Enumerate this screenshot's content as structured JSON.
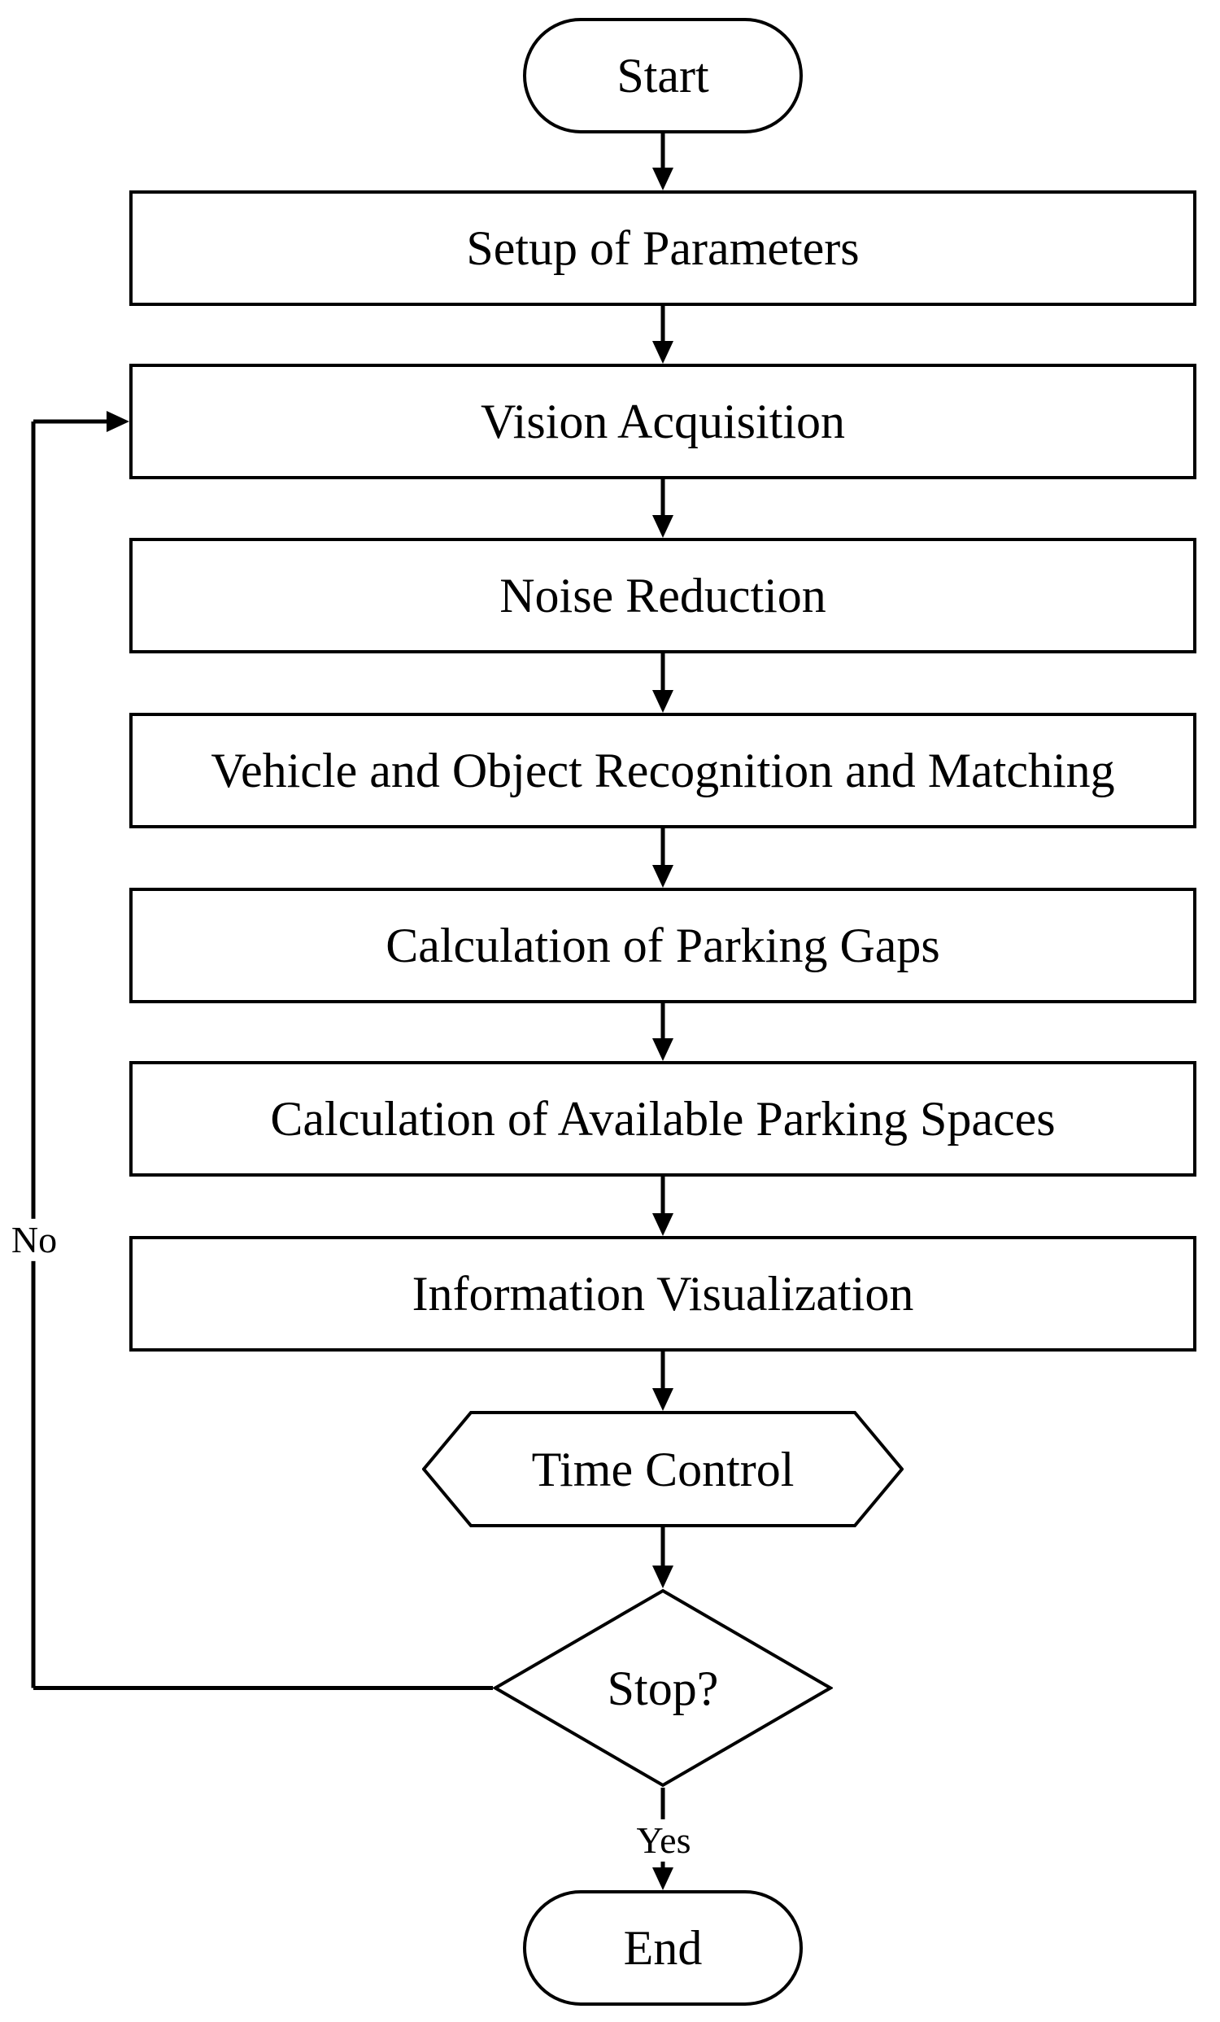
{
  "diagram": {
    "type": "flowchart",
    "colors": {
      "stroke": "#000000",
      "background": "#ffffff",
      "text": "#000000"
    },
    "nodes": [
      {
        "id": "start",
        "shape": "terminator",
        "label": "Start"
      },
      {
        "id": "setup",
        "shape": "process",
        "label": "Setup of Parameters"
      },
      {
        "id": "vision",
        "shape": "process",
        "label": "Vision Acquisition"
      },
      {
        "id": "noise",
        "shape": "process",
        "label": "Noise Reduction"
      },
      {
        "id": "vehicle",
        "shape": "process",
        "label": "Vehicle and Object Recognition and Matching"
      },
      {
        "id": "gaps",
        "shape": "process",
        "label": "Calculation of Parking Gaps"
      },
      {
        "id": "available",
        "shape": "process",
        "label": "Calculation of Available Parking Spaces"
      },
      {
        "id": "infoviz",
        "shape": "process",
        "label": "Information Visualization"
      },
      {
        "id": "timectrl",
        "shape": "preparation",
        "label": "Time Control"
      },
      {
        "id": "stop",
        "shape": "decision",
        "label": "Stop?"
      },
      {
        "id": "end",
        "shape": "terminator",
        "label": "End"
      }
    ],
    "edges": {
      "yes_label": "Yes",
      "no_label": "No"
    }
  }
}
